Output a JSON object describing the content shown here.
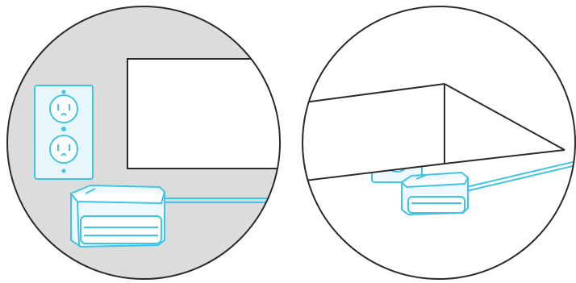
{
  "figure": {
    "panels": [
      {
        "id": "left-panel",
        "scene": "outlet-beside-furniture"
      },
      {
        "id": "right-panel",
        "scene": "outlet-behind-furniture"
      }
    ]
  },
  "colors": {
    "background": "#ffffff",
    "wall_fill": "#dcdcdc",
    "furniture_fill": "#ffffff",
    "line": "#2b2b2b",
    "accent": "#3fc4e6",
    "accent_light": "#e9f8fd"
  },
  "icons": {
    "outlet": "duplex-outlet-icon",
    "device": "plug-in-device-icon"
  }
}
